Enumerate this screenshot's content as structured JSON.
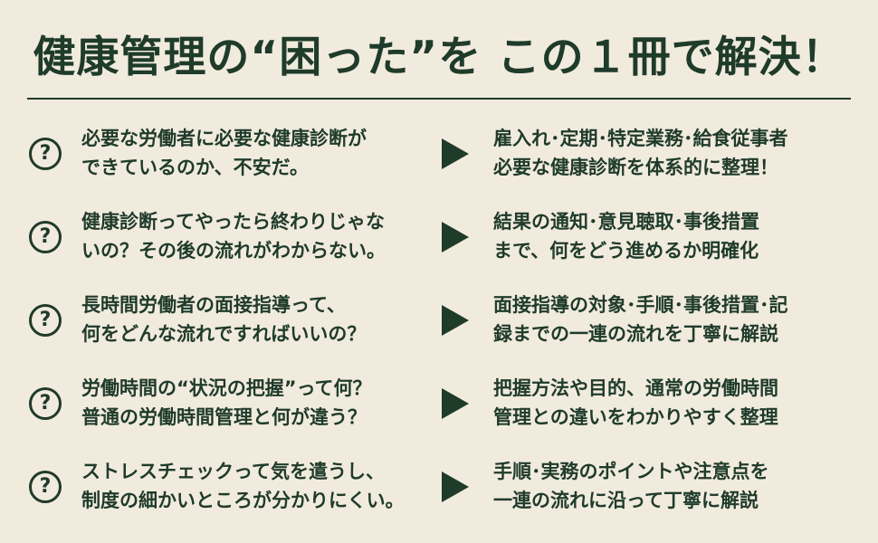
{
  "title": "健康管理の“困った”を この１冊で解決！",
  "question_icon": "?",
  "rows": [
    {
      "question": [
        "必要な労働者に必要な健康診断が",
        "できているのか、不安だ。"
      ],
      "answer": [
        "雇入れ･定期･特定業務･給食従事者",
        "必要な健康診断を体系的に整理！"
      ]
    },
    {
      "question": [
        "健康診断ってやったら終わりじゃな",
        "いの？その後の流れがわからない。"
      ],
      "answer": [
        "結果の通知･意見聴取･事後措置",
        "まで、何をどう進めるか明確化"
      ]
    },
    {
      "question": [
        "長時間労働者の面接指導って、",
        "何をどんな流れですればいいの？"
      ],
      "answer": [
        "面接指導の対象･手順･事後措置･記",
        "録までの一連の流れを丁寧に解説"
      ]
    },
    {
      "question": [
        "労働時間の“状況の把握”って何？",
        "普通の労働時間管理と何が違う？"
      ],
      "answer": [
        "把握方法や目的、通常の労働時間",
        "管理との違いをわかりやすく整理"
      ]
    },
    {
      "question": [
        "ストレスチェックって気を遣うし、",
        "制度の細かいところが分かりにくい。"
      ],
      "answer": [
        "手順･実務のポイントや注意点を",
        "一連の流れに沿って丁寧に解説"
      ]
    }
  ]
}
